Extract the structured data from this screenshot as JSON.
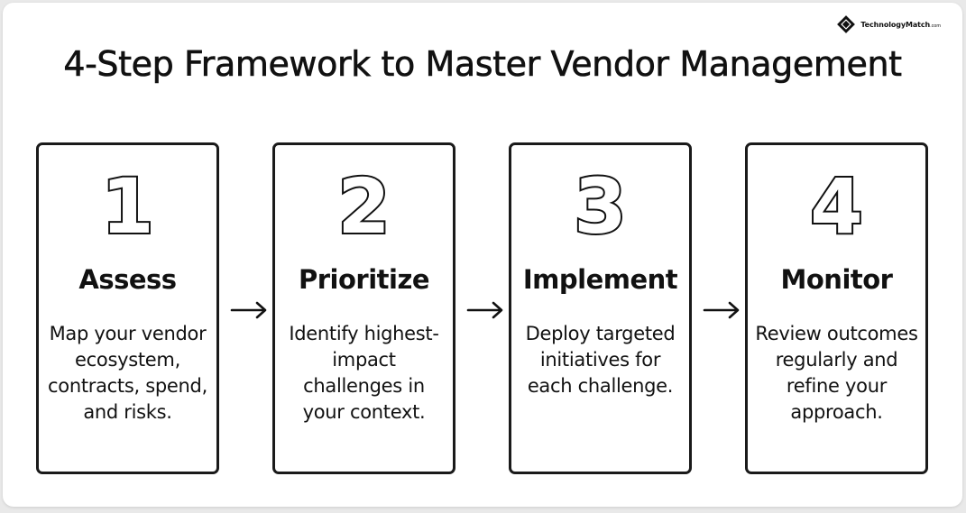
{
  "logo": {
    "name": "TechnologyMatch",
    "suffix": ".com",
    "icon": "diamond-logo-icon"
  },
  "title": "4-Step Framework to Master Vendor Management",
  "steps": [
    {
      "number": "1",
      "title": "Assess",
      "description": "Map your vendor ecosystem, contracts, spend, and risks."
    },
    {
      "number": "2",
      "title": "Prioritize",
      "description": "Identify highest-impact challenges in your context."
    },
    {
      "number": "3",
      "title": "Implement",
      "description": "Deploy targeted initiatives for each challenge."
    },
    {
      "number": "4",
      "title": "Monitor",
      "description": "Review outcomes regularly and refine your approach."
    }
  ],
  "connectors": [
    "right-arrow-icon",
    "right-arrow-icon",
    "right-arrow-icon"
  ],
  "colors": {
    "ink": "#111111",
    "background": "#ffffff"
  }
}
